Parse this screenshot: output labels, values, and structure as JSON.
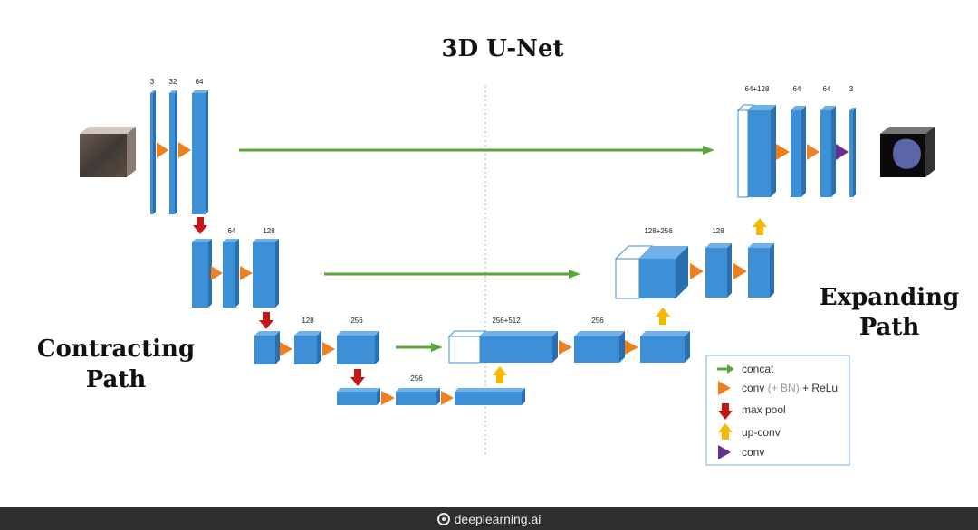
{
  "title": "3D U-Net",
  "contracting_label": [
    "Contracting",
    "Path"
  ],
  "expanding_label": [
    "Expanding",
    "Path"
  ],
  "channels": {
    "l1_in": "3",
    "l1_a": "32",
    "l1_b": "64",
    "l2_a": "64",
    "l2_b": "128",
    "l3_a": "128",
    "l3_b": "256",
    "l4": "256",
    "r3_concat": "256+512",
    "r3_b": "256",
    "r2_concat": "128+256",
    "r2_b": "128",
    "r1_concat": "64+128",
    "r1_a": "64",
    "r1_b": "64",
    "r1_out": "3"
  },
  "legend": {
    "concat": "concat",
    "conv": "conv",
    "conv_sub": "(+ BN)",
    "conv_tail": "+ ReLu",
    "maxpool": "max pool",
    "upconv": "up-conv",
    "final_conv": "conv"
  },
  "colors": {
    "block": "#3d8fd6",
    "block_top": "#6fb1e8",
    "block_side": "#2a6faf",
    "concat_arrow": "#5aa638",
    "conv_arrow": "#f07f1e",
    "maxpool_arrow": "#c21717",
    "upconv_arrow": "#f5b800",
    "final_conv_arrow": "#6a2e91"
  },
  "footer": {
    "brand": "deeplearning.ai"
  }
}
